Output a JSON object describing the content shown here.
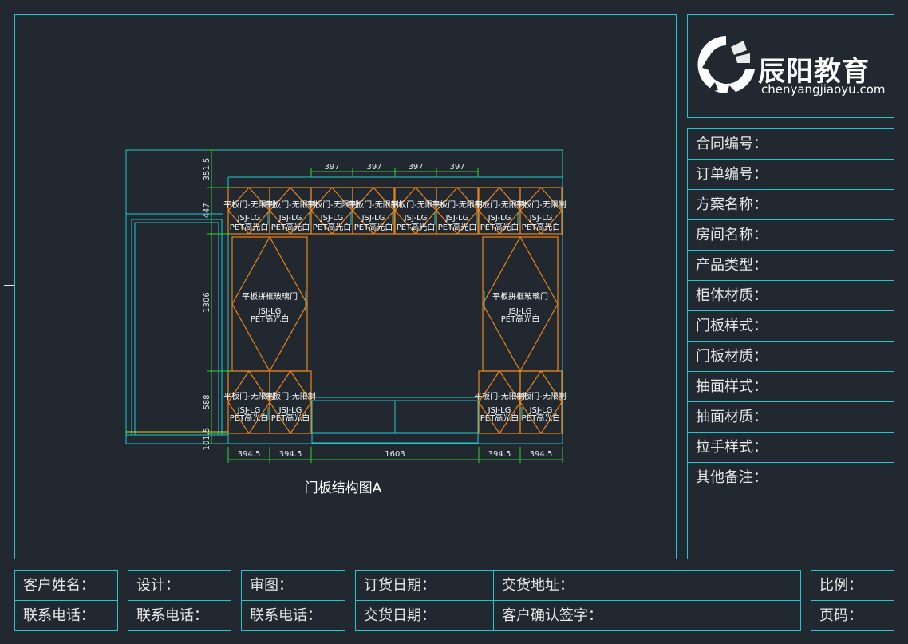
{
  "logo": {
    "brand": "辰阳教育",
    "url_text": "chenyangjiaoyu.com"
  },
  "info_rows": [
    "合同编号：",
    "订单编号：",
    "方案名称：",
    "房间名称：",
    "产品类型：",
    "柜体材质：",
    "门板样式：",
    "门板材质：",
    "抽面样式：",
    "抽面材质：",
    "拉手样式：",
    "其他备注："
  ],
  "bottom_table": {
    "customer_name": "客户姓名：",
    "customer_phone": "联系电话：",
    "design": "设计：",
    "design_phone": "联系电话：",
    "review": "审图：",
    "review_phone": "联系电话：",
    "order_date": "订货日期：",
    "delivery_date": "交货日期：",
    "delivery_address": "交货地址：",
    "customer_sign": "客户确认签字：",
    "scale": "比例：",
    "page_no": "页码："
  },
  "drawing": {
    "title": "门板结构图A",
    "top_dims": [
      "397",
      "397",
      "397",
      "397"
    ],
    "bottom_dims": [
      "394.5",
      "394.5",
      "1603",
      "394.5",
      "394.5"
    ],
    "left_dims": [
      "351.5",
      "447",
      "1306",
      "588",
      "101.5"
    ],
    "top_door_label": "平板门-无限制",
    "top_door_labels_overlap": [
      "平板门-无限制",
      "平板门-无限制",
      "平板门-无限制",
      "平板门-无限制",
      "平板门-无限制",
      "平板门-无限制",
      "平板门-无限制",
      "平板门-无限制"
    ],
    "door_code": "JSJ-LG",
    "door_finish": "PET高光白",
    "glass_door_label": "平板拼框玻璃门",
    "bottom_door_label": "平板门-无限制"
  },
  "colors": {
    "frame": "#1fc8d0",
    "door": "#e9851a",
    "dim": "#2ed52e",
    "bg": "#212830"
  }
}
